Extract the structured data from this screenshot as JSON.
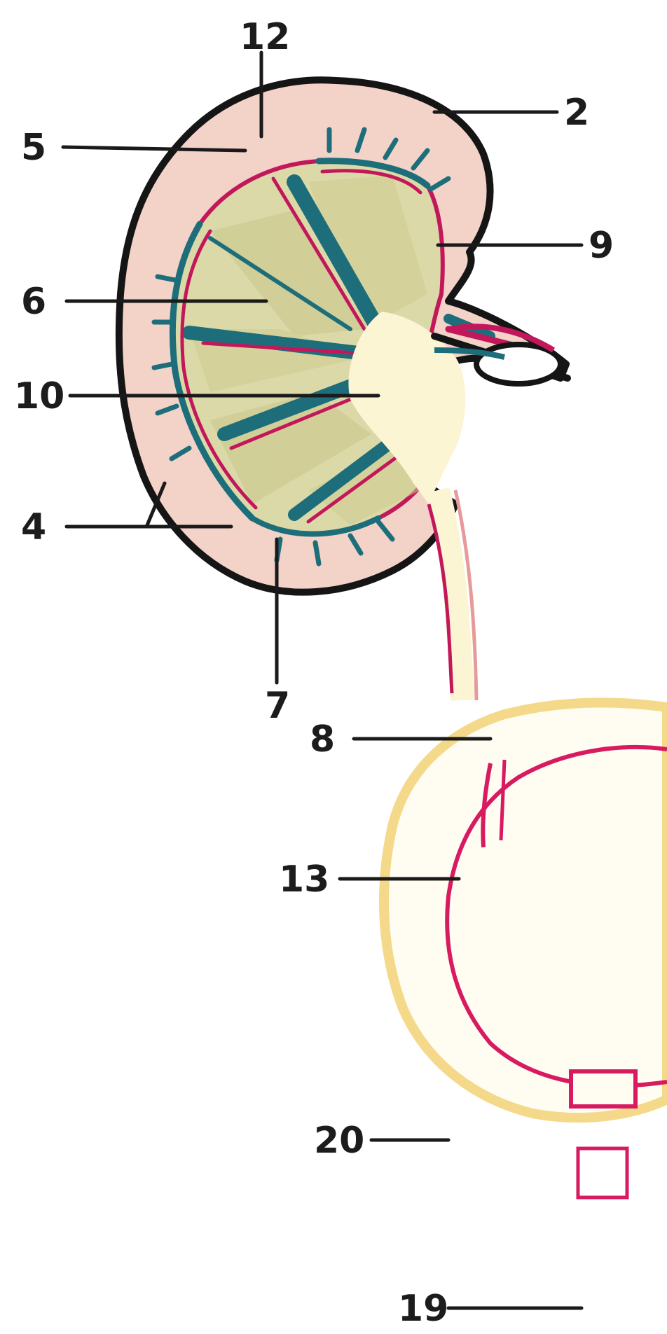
{
  "diagram": {
    "labels": [
      {
        "id": "label-12",
        "text": "12"
      },
      {
        "id": "label-2",
        "text": "2"
      },
      {
        "id": "label-5",
        "text": "5"
      },
      {
        "id": "label-9",
        "text": "9"
      },
      {
        "id": "label-6",
        "text": "6"
      },
      {
        "id": "label-10",
        "text": "10"
      },
      {
        "id": "label-4",
        "text": "4"
      },
      {
        "id": "label-7",
        "text": "7"
      },
      {
        "id": "label-8",
        "text": "8"
      },
      {
        "id": "label-13",
        "text": "13"
      },
      {
        "id": "label-20",
        "text": "20"
      },
      {
        "id": "label-19",
        "text": "19"
      }
    ]
  },
  "colors": {
    "cortex": "#f3d3c8",
    "medulla": "#dcd9a8",
    "pelvis": "#fbf5d4",
    "vein": "#1d6e7a",
    "artery": "#c2185b",
    "outline": "#151515",
    "bladder_wall": "#f5d98a",
    "bladder_fill": "#fffdf2",
    "bladder_lining": "#d81b60"
  }
}
